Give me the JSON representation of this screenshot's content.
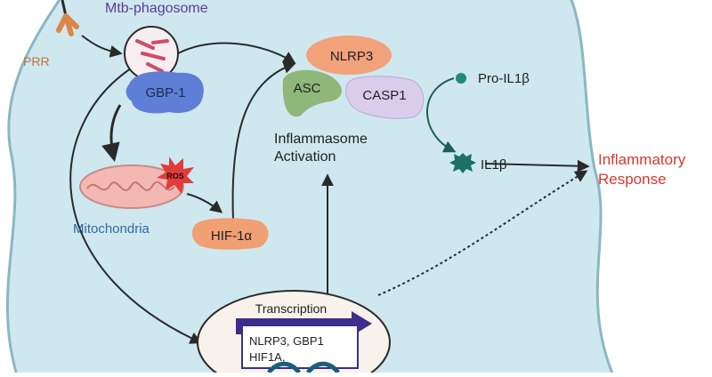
{
  "labels": {
    "mtb_phagosome": "Mtb-phagosome",
    "prr": "PRR",
    "gbp1": "GBP-1",
    "nlrp3": "NLRP3",
    "asc": "ASC",
    "casp1": "CASP1",
    "pro_il1b": "Pro-IL1β",
    "il1b": "IL1β",
    "inflammasome_line1": "Inflammasome",
    "inflammasome_line2": "Activation",
    "response_line1": "Inflammatory",
    "response_line2": "Response",
    "ros": "ROS",
    "mitochondria": "Mitochondria",
    "hif1a": "HIF-1α",
    "transcription": "Transcription",
    "genes_line1": "NLRP3, GBP1",
    "genes_line2": "HIF1A,"
  },
  "colors": {
    "cell_fill": "#cfe8ef",
    "cell_stroke": "#8bb7c4",
    "mtb_text": "#5b3a9a",
    "prr": "#d9864a",
    "gbp1": "#5f7fd6",
    "nlrp3": "#f2a27b",
    "asc": "#8fb77a",
    "casp1": "#d9cdeb",
    "pro_il1b": "#1f8a77",
    "response": "#d6382e",
    "mitochondria_text": "#2f6aa1",
    "hif1a": "#f0a072",
    "ros": "#e23b3b",
    "nucleus_fill": "#f7f3ea",
    "arrow": "#2a2a2a"
  }
}
